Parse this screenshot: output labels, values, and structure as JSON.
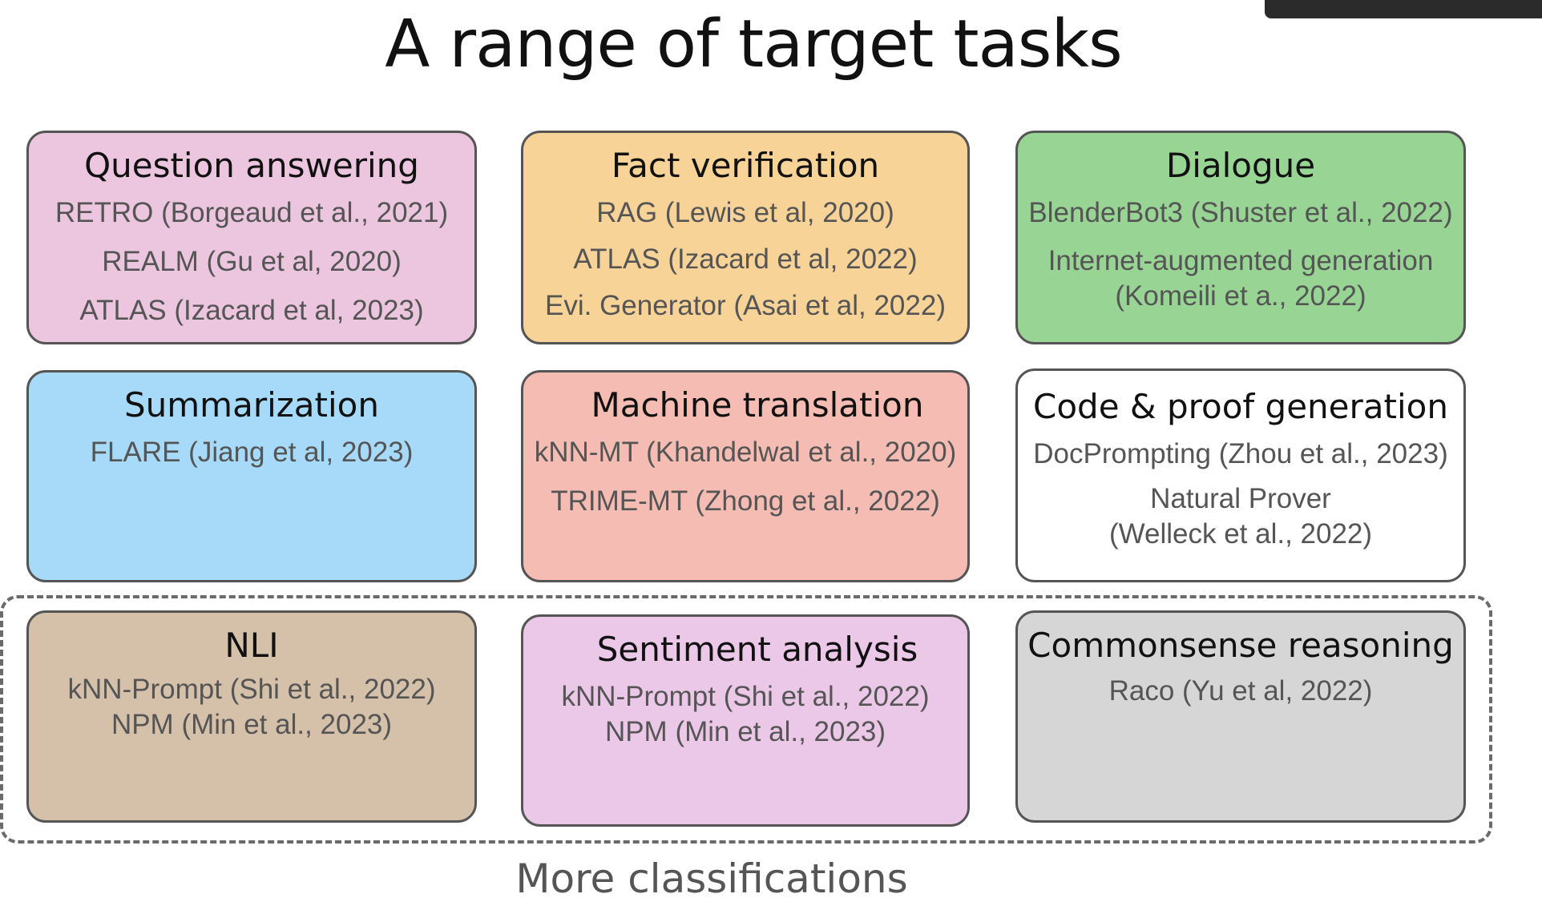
{
  "slide": {
    "title": "A range of target tasks",
    "group_label": "More classifications"
  },
  "colors": {
    "qa": "#ecc6df",
    "fact": "#f8d397",
    "dialogue": "#98d595",
    "summ": "#a6daf8",
    "mt": "#f4bcb2",
    "code": "#ffffff",
    "nli": "#d5c1aa",
    "sentiment": "#ecc8e8",
    "commonsense": "#d6d6d6"
  },
  "cards": [
    {
      "title": "Question answering",
      "lines": [
        "RETRO (Borgeaud et al., 2021)",
        "REALM (Gu et al, 2020)",
        "ATLAS (Izacard et al, 2023)"
      ]
    },
    {
      "title": "Fact verification",
      "lines": [
        "RAG (Lewis et al, 2020)",
        "ATLAS (Izacard et al, 2022)",
        "Evi. Generator (Asai et al, 2022)"
      ]
    },
    {
      "title": "Dialogue",
      "lines": [
        "BlenderBot3 (Shuster et al., 2022)",
        "Internet-augmented generation",
        "(Komeili et a., 2022)"
      ]
    },
    {
      "title": "Summarization",
      "lines": [
        "FLARE (Jiang et al, 2023)"
      ]
    },
    {
      "title": "Machine translation",
      "lines": [
        "kNN-MT (Khandelwal et al., 2020)",
        "TRIME-MT (Zhong et al., 2022)"
      ]
    },
    {
      "title": "Code & proof generation",
      "lines": [
        "DocPrompting (Zhou et al., 2023)",
        "Natural Prover",
        "(Welleck et al., 2022)"
      ]
    },
    {
      "title": "NLI",
      "lines": [
        "kNN-Prompt (Shi et al., 2022)",
        "NPM (Min et al., 2023)"
      ]
    },
    {
      "title": "Sentiment analysis",
      "lines": [
        "kNN-Prompt (Shi et al., 2022)",
        "NPM (Min et al., 2023)"
      ]
    },
    {
      "title": "Commonsense reasoning",
      "lines": [
        "Raco (Yu et al, 2022)"
      ]
    }
  ]
}
